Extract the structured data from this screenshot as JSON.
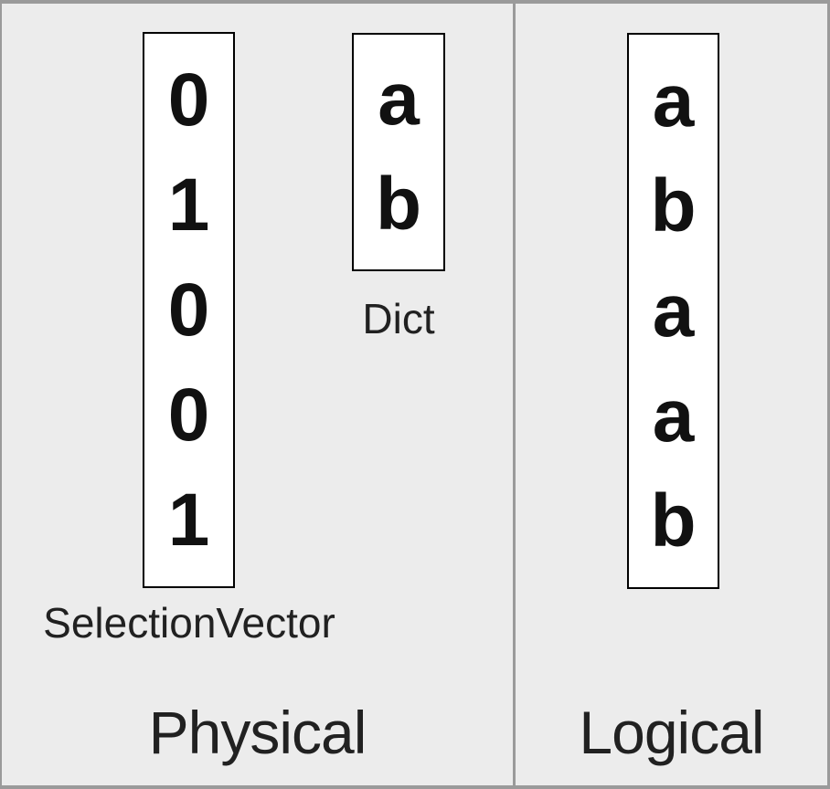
{
  "colors": {
    "background": "#ececec",
    "frame_border": "#9a9a9a",
    "box_border": "#000000",
    "box_fill": "#ffffff",
    "text": "#212121"
  },
  "physical": {
    "title": "Physical",
    "selection_vector": {
      "label": "SelectionVector",
      "values": [
        "0",
        "1",
        "0",
        "0",
        "1"
      ]
    },
    "dict": {
      "label": "Dict",
      "values": [
        "a",
        "b"
      ]
    }
  },
  "logical": {
    "title": "Logical",
    "vector": {
      "values": [
        "a",
        "b",
        "a",
        "a",
        "b"
      ]
    }
  }
}
